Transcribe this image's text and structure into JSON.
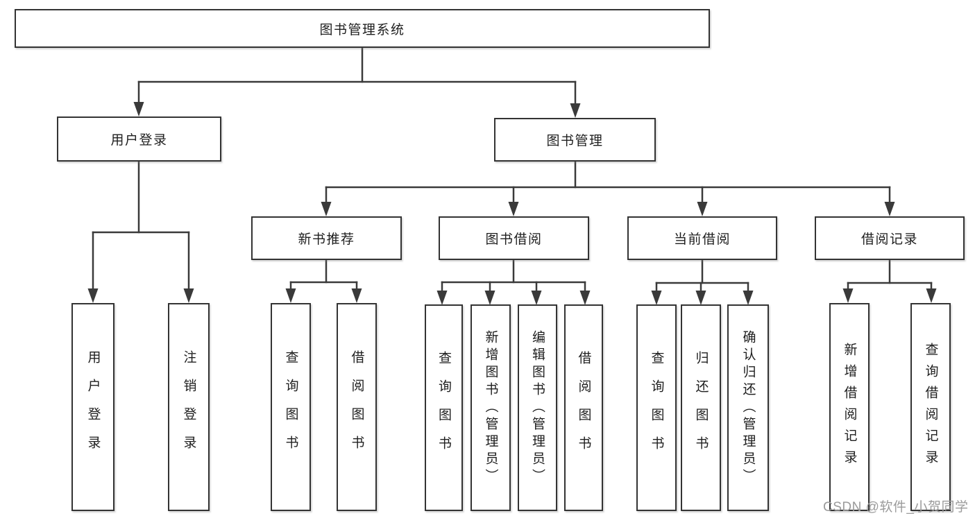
{
  "diagram": {
    "root": {
      "label": "图书管理系统"
    },
    "branches": [
      {
        "label": "用户登录",
        "children": [
          {
            "label": "用户登录"
          },
          {
            "label": "注销登录"
          }
        ]
      },
      {
        "label": "图书管理",
        "children": [
          {
            "label": "新书推荐",
            "children": [
              {
                "label": "查询图书"
              },
              {
                "label": "借阅图书"
              }
            ]
          },
          {
            "label": "图书借阅",
            "children": [
              {
                "label": "查询图书"
              },
              {
                "label": "新增图书（管理员）"
              },
              {
                "label": "编辑图书（管理员）"
              },
              {
                "label": "借阅图书"
              }
            ]
          },
          {
            "label": "当前借阅",
            "children": [
              {
                "label": "查询图书"
              },
              {
                "label": "归还图书"
              },
              {
                "label": "确认归还（管理员）"
              }
            ]
          },
          {
            "label": "借阅记录",
            "children": [
              {
                "label": "新增借阅记录"
              },
              {
                "label": "查询借阅记录"
              }
            ]
          }
        ]
      }
    ]
  },
  "watermark": {
    "text": "CSDN @软件_小贺同学"
  },
  "colors": {
    "line": "#3a3a3a",
    "border": "#333333",
    "text": "#1e1e1e",
    "watermark": "#9b9b9b",
    "background": "#ffffff"
  }
}
